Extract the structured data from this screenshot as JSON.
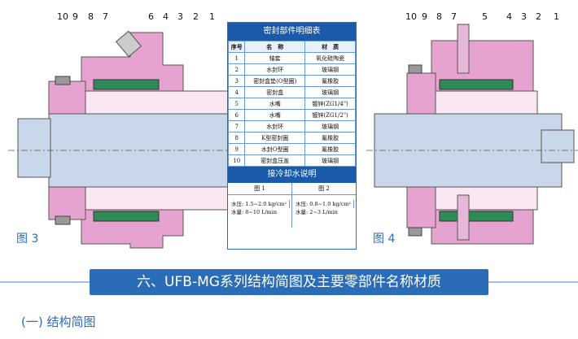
{
  "figures": {
    "left": {
      "label": "图 3",
      "callouts": [
        "10",
        "9",
        "8",
        "7",
        "6",
        "4",
        "3",
        "2",
        "1"
      ]
    },
    "right": {
      "label": "图 4",
      "callouts": [
        "10",
        "9",
        "8",
        "7",
        "5",
        "4",
        "3",
        "2",
        "1"
      ]
    }
  },
  "parts_table": {
    "title": "密封部件明细表",
    "headers": [
      "序号",
      "名　称",
      "材　质"
    ],
    "rows": [
      {
        "no": "1",
        "name": "轴套",
        "material": "氧化硅陶瓷"
      },
      {
        "no": "2",
        "name": "水封环",
        "material": "玻璃钢"
      },
      {
        "no": "3",
        "name": "密封盒垫(O型圈)",
        "material": "氟橡胶"
      },
      {
        "no": "4",
        "name": "密封盒",
        "material": "玻璃钢"
      },
      {
        "no": "5",
        "name": "水嘴",
        "material": "镀锌(ZG1/4\")"
      },
      {
        "no": "6",
        "name": "水嘴",
        "material": "镀锌(ZG1/2\")"
      },
      {
        "no": "7",
        "name": "水封环",
        "material": "玻璃钢"
      },
      {
        "no": "8",
        "name": "K型密封圈",
        "material": "氟橡胶"
      },
      {
        "no": "9",
        "name": "水封O型圈",
        "material": "氟橡胶"
      },
      {
        "no": "10",
        "name": "密封盒压盖",
        "material": "玻璃钢"
      }
    ]
  },
  "cooling": {
    "title": "接冷却水说明",
    "col1": "图 1",
    "col2": "图 2",
    "col1_pressure": "水压: 1.5~2.0 kg/cm²",
    "col1_flow": "水量:  8~10  L/min",
    "col2_pressure": "水压: 0.8~1.0 kg/cm²",
    "col2_flow": "水量:  2~3  L/min"
  },
  "banner": "六、UFB-MG系列结构简图及主要零部件名称材质",
  "section_title": "(一) 结构简图",
  "colors": {
    "accent": "#2a6cb5",
    "housing": "#e6a3cf",
    "ring": "#2e8b57",
    "shaft": "#c8d7ea"
  }
}
